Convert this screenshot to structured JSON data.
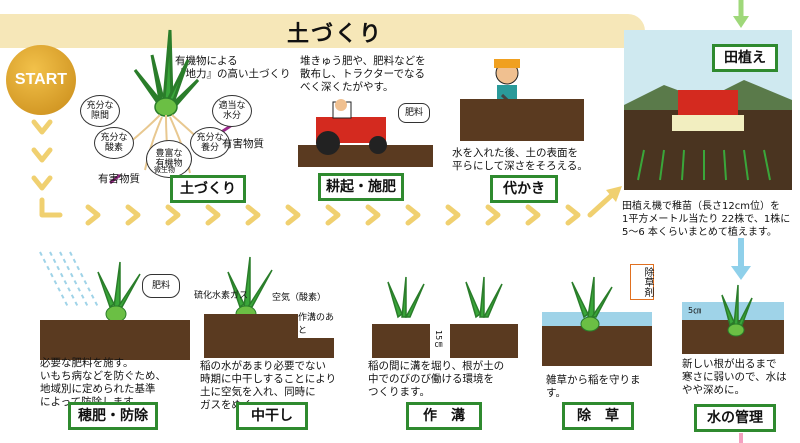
{
  "title": "土づくり",
  "start": "START",
  "steps": {
    "tsuchi": {
      "label": "土づくり",
      "desc": "有機物による\n『地力』の高い土づくり",
      "bubbles": [
        "充分な\n隙間",
        "適当な\n水分",
        "充分な\n酸素",
        "豊富な\n有機物",
        "微生物",
        "充分な\n養分"
      ],
      "harmful": "有害物質"
    },
    "kouki": {
      "label": "耕起・施肥",
      "desc": "堆きゅう肥や、肥料などを\n散布し、トラクターでなる\nべく深くたがやす。",
      "fertilizer": "肥料"
    },
    "shirokaki": {
      "label": "代かき",
      "desc": "水を入れた後、土の表面を\n平らにして深さをそろえる。"
    },
    "taue": {
      "label": "田植え",
      "desc": "田植え機で稚苗（長さ12cm位）を\n1平方メートル当たり 22株で、1株に\n5～6 本くらいまとめて植えます。"
    },
    "shuhi": {
      "label": "穂肥・防除",
      "desc": "必要な肥料を施す。\nいもち病などを防ぐため、\n地域別に定められた基準\nによって防除します。",
      "fertilizer": "肥料"
    },
    "nakaboshi": {
      "label": "中干し",
      "desc": "稲の水があまり必要でない\n時期に中干しすることにより\n土に空気を入れ、同時に\nガスをぬく。",
      "gas": "硫化水素ガス",
      "air": "空気（酸素）",
      "note": "作溝のあと"
    },
    "sakko": {
      "label": "作　溝",
      "desc": "稲の間に溝を堀り、根が土の\n中でのびのび働ける環境を\nつくります。",
      "depth": "15㎝"
    },
    "jyoso": {
      "label": "除　草",
      "desc": "雑草から稲を守ります。",
      "herbicide": "除草剤"
    },
    "mizu": {
      "label": "水の管理",
      "desc": "新しい根が出るまで\n寒さに弱いので、水は\nやや深めに。",
      "depth": "5㎝"
    }
  },
  "colors": {
    "banner": "#f6e7b8",
    "arrow": "#f0d070",
    "label_border": "#2f8a2f",
    "soil": "#5a3a20",
    "water": "#9fd3e8",
    "plant": "#3aa63a"
  }
}
